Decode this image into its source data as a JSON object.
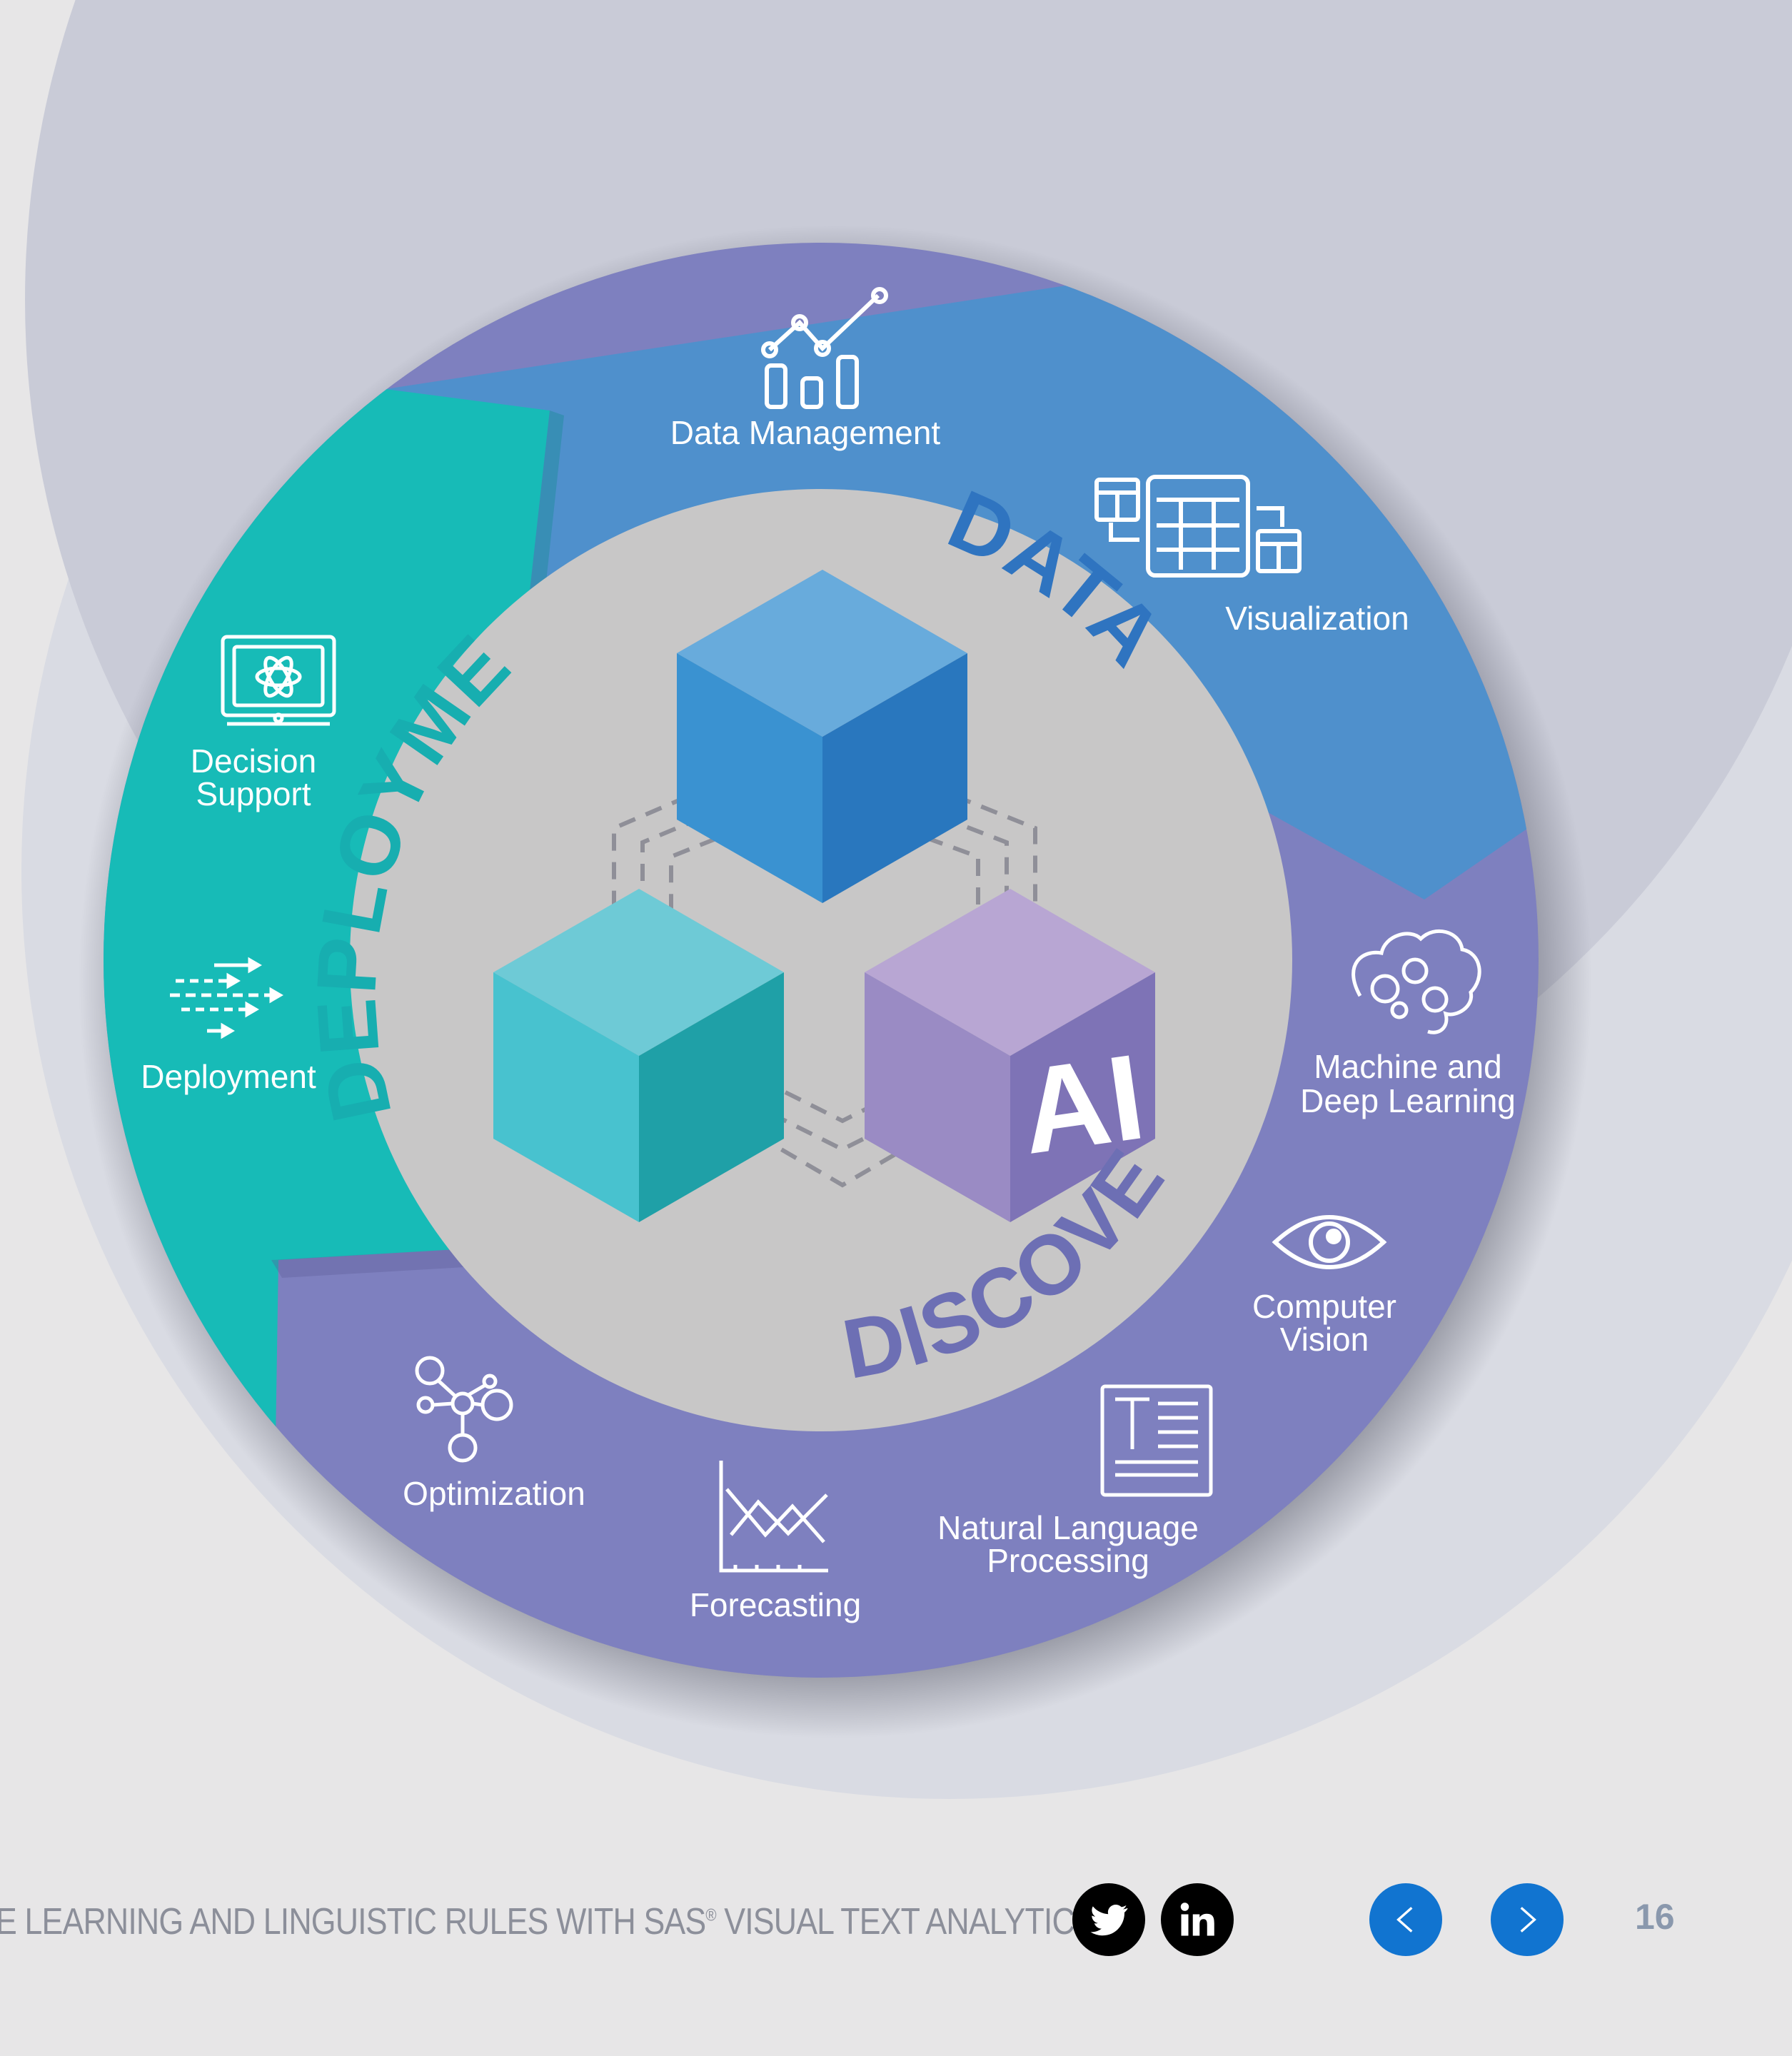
{
  "diagram": {
    "segments": {
      "data": {
        "title": "DATA",
        "color": "#4f90cc"
      },
      "discovery": {
        "title": "DISCOVERY",
        "color": "#7e80bf"
      },
      "deployment": {
        "title": "DEPLOYMENT",
        "color": "#17bbb7"
      }
    },
    "items": {
      "data_management": "Data Management",
      "visualization": "Visualization",
      "machine_learning_1": "Machine and",
      "machine_learning_2": "Deep Learning",
      "computer_vision_1": "Computer",
      "computer_vision_2": "Vision",
      "nlp_1": "Natural Language",
      "nlp_2": "Processing",
      "forecasting": "Forecasting",
      "optimization": "Optimization",
      "decision_support_1": "Decision",
      "decision_support_2": "Support",
      "deployment": "Deployment"
    },
    "cube_label": "AI"
  },
  "footer": {
    "title": "E LEARNING AND LINGUISTIC RULES WITH SAS",
    "title_mark": "®",
    "title_tail": " VISUAL TEXT ANALYTICS",
    "page_number": "16",
    "icons": [
      "twitter-icon",
      "linkedin-icon",
      "prev-arrow-icon",
      "next-arrow-icon"
    ]
  }
}
